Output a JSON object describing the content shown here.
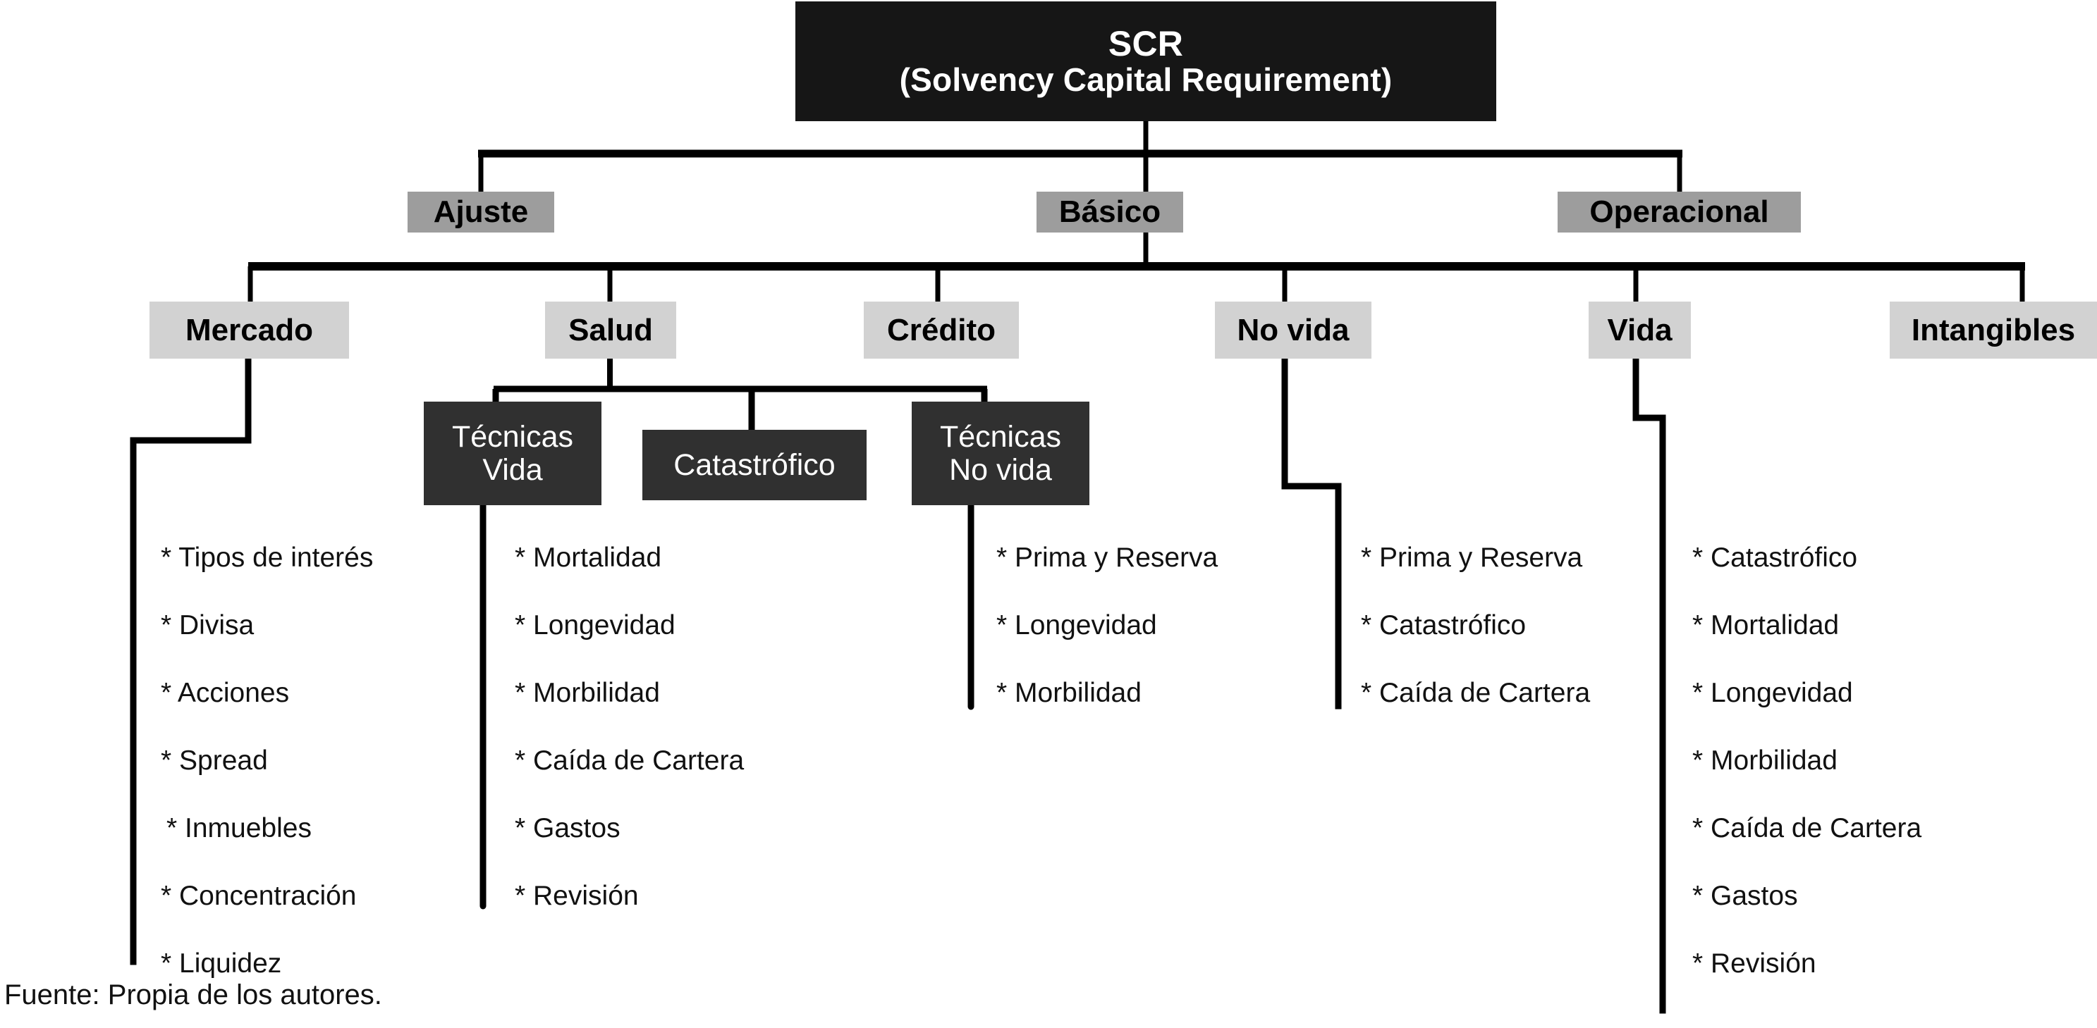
{
  "diagram": {
    "title_main": "SCR",
    "title_sub": "(Solvency Capital Requirement)",
    "caption": "Fuente: Propia de los autores.",
    "colors": {
      "root_bg": "#161616",
      "level2_bg": "#9d9d9d",
      "level3_bg": "#d2d2d2",
      "level4_bg": "#303030",
      "line": "#000000",
      "text_dark": "#111111",
      "text_light": "#ffffff"
    },
    "level2": [
      {
        "label": "Ajuste"
      },
      {
        "label": "Básico"
      },
      {
        "label": "Operacional"
      }
    ],
    "level3": [
      {
        "label": "Mercado"
      },
      {
        "label": "Salud"
      },
      {
        "label": "Crédito"
      },
      {
        "label": "No vida"
      },
      {
        "label": "Vida"
      },
      {
        "label": "Intangibles"
      }
    ],
    "level4": [
      {
        "line1": "Técnicas",
        "line2": "Vida"
      },
      {
        "line1": "Catastrófico",
        "line2": ""
      },
      {
        "line1": "Técnicas",
        "line2": "No vida"
      }
    ],
    "leaves": {
      "mercado": [
        "* Tipos de interés",
        "* Divisa",
        "* Acciones",
        "* Spread",
        "* Inmuebles",
        "* Concentración",
        "* Liquidez"
      ],
      "tecnicas_vida": [
        "* Mortalidad",
        "* Longevidad",
        "* Morbilidad",
        "* Caída de Cartera",
        "* Gastos",
        "* Revisión"
      ],
      "tecnicas_no_vida": [
        "* Prima y Reserva",
        "* Longevidad",
        "* Morbilidad"
      ],
      "no_vida": [
        "* Prima y Reserva",
        "* Catastrófico",
        "* Caída de Cartera"
      ],
      "vida": [
        "* Catastrófico",
        "* Mortalidad",
        "* Longevidad",
        "* Morbilidad",
        "* Caída de Cartera",
        "* Gastos",
        "* Revisión"
      ]
    }
  }
}
